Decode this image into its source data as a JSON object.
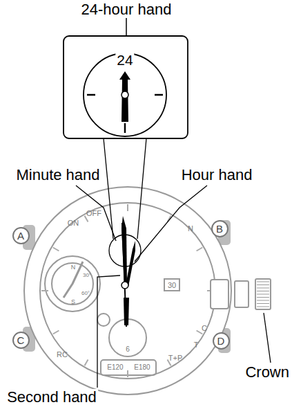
{
  "diagram": {
    "nodes": [
      {
        "text": [
          "A"
        ]
      },
      {
        "text": [
          "B"
        ]
      },
      {
        "text": [
          "C"
        ]
      },
      {
        "text": [
          "D"
        ]
      }
    ],
    "labels": [
      "24-hour hand",
      "24",
      "Minute hand",
      "Hour hand",
      "Second hand",
      "Crown",
      "ON",
      "OFF",
      "N",
      "30",
      "RC",
      "T+P",
      "T",
      "C",
      "6",
      "E120",
      "E180",
      "N",
      "S",
      "30°",
      "60°"
    ]
  }
}
